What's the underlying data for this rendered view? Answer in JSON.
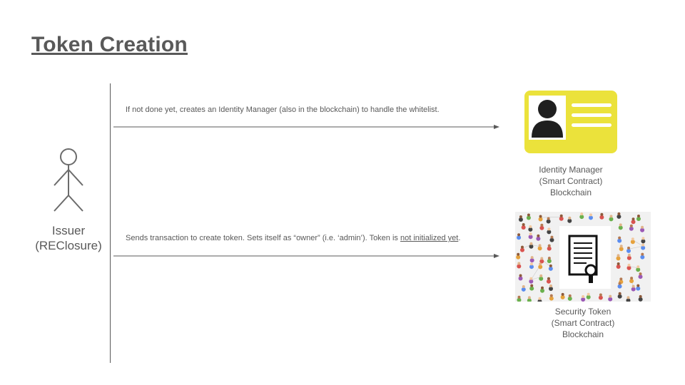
{
  "title": "Token Creation",
  "actor": {
    "name": "Issuer",
    "org": "(REClosure)"
  },
  "messages": [
    {
      "text": "If not done yet, creates an Identity Manager (also in the blockchain) to handle the whitelist."
    },
    {
      "text_before": "Sends transaction to create token. Sets itself as “owner” (i.e. ‘admin’). Token is ",
      "text_underlined": "not initialized yet",
      "text_after": "."
    }
  ],
  "objects": [
    {
      "line1": "Identity Manager",
      "line2": "(Smart Contract)",
      "line3": "Blockchain",
      "icon": "id-card-icon"
    },
    {
      "line1": "Security Token",
      "line2": "(Smart Contract)",
      "line3": "Blockchain",
      "icon": "certificate-network-icon"
    }
  ],
  "colors": {
    "text": "#595959",
    "card_yellow": "#ebe23b",
    "arrow": "#595959"
  }
}
